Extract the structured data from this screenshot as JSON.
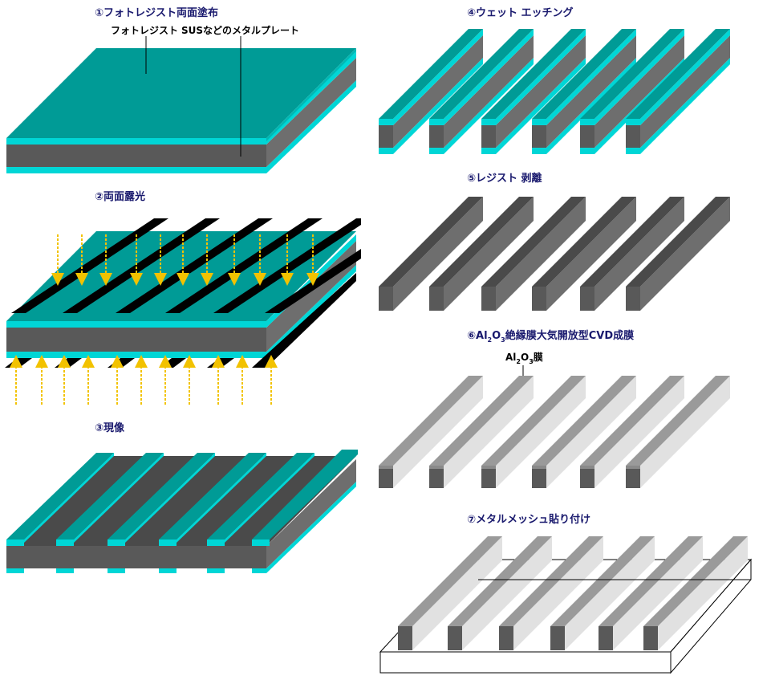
{
  "steps": [
    {
      "label": "①フォトレジスト両面塗布"
    },
    {
      "label": "②両面露光"
    },
    {
      "label": "③現像"
    },
    {
      "label": "④ウェット エッチング"
    },
    {
      "label": "⑤レジスト 剥離"
    },
    {
      "label_prefix": "⑥Al",
      "sub1": "2",
      "mid": "O",
      "sub2": "3",
      "label_suffix": "絶縁膜大気開放型CVD成膜"
    },
    {
      "label": "⑦メタルメッシュ貼り付け"
    }
  ],
  "annotations": {
    "photoresist": "フォトレジスト",
    "sus_plate": "SUSなどのメタルプレート",
    "al2o3": {
      "prefix": "Al",
      "sub1": "2",
      "mid": "O",
      "sub2": "3",
      "suffix": "膜"
    }
  },
  "colors": {
    "resist_top": "#009b96",
    "resist_edge": "#00d6d6",
    "metal_front": "#595959",
    "metal_side": "#6e6e6e",
    "metal_top": "#4a4a4a",
    "mask": "#000000",
    "light_arrow": "#f2c200",
    "al2o3_top": "#9a9a9a",
    "al2o3_side": "#e1e1e1",
    "title_text": "#1a1a6e"
  }
}
